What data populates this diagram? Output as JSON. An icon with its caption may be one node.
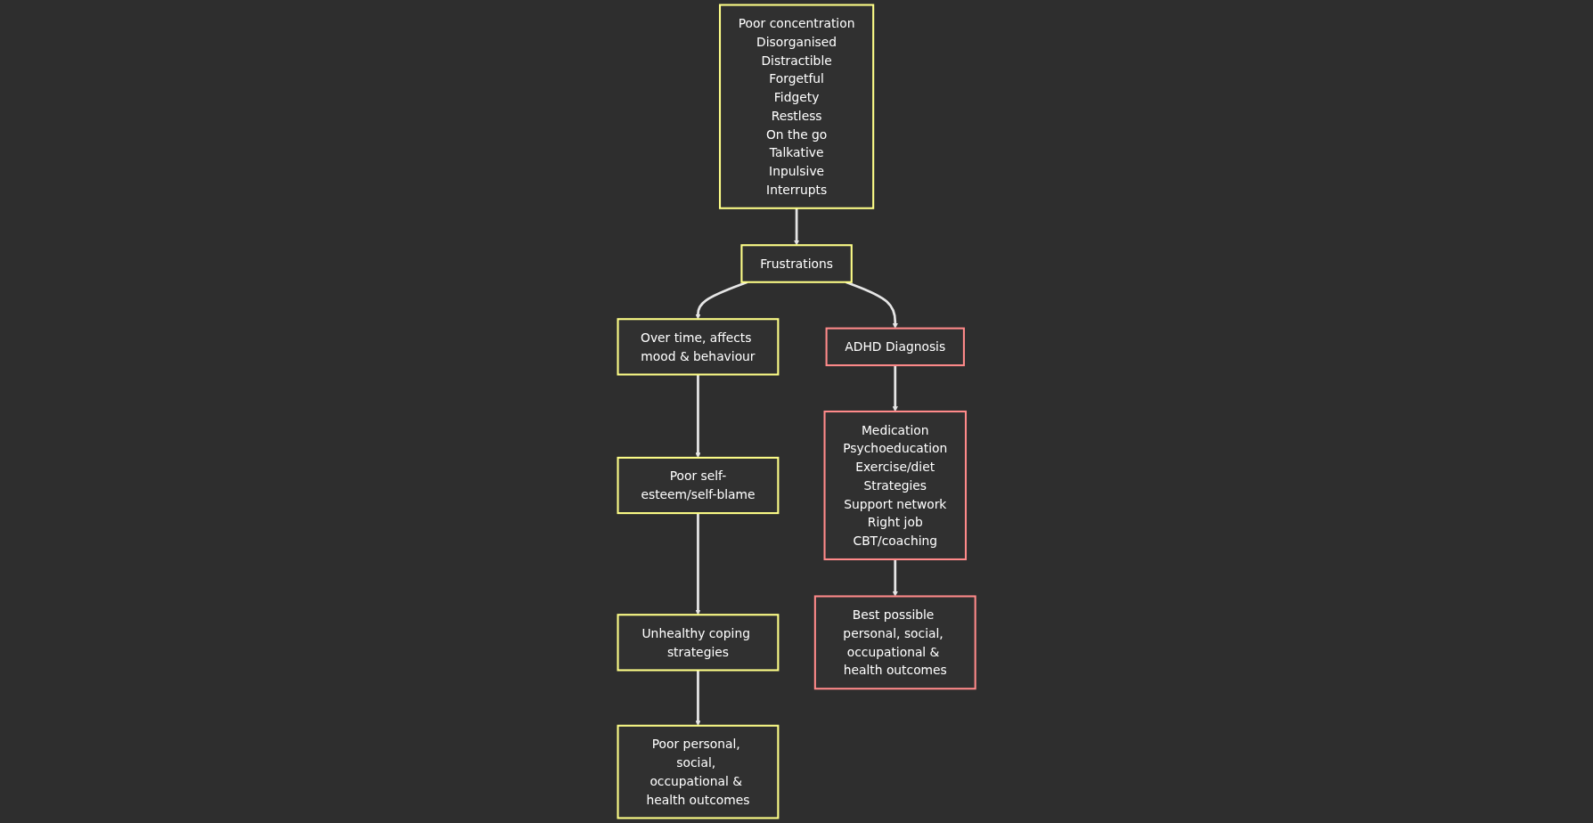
{
  "diagram": {
    "nodes": [
      {
        "text": [
          "Poor concentration",
          "Disorganised",
          "Distractible",
          "Forgetful",
          "Fidgety",
          "Restless",
          "On the go",
          "Talkative",
          "Inpulsive",
          "Interrupts"
        ]
      },
      {
        "text": [
          "Frustrations"
        ]
      },
      {
        "text": [
          "Over time, affects mood & behaviour"
        ]
      },
      {
        "text": [
          "ADHD Diagnosis"
        ]
      },
      {
        "text": [
          "Poor self-esteem/self-blame"
        ]
      },
      {
        "text": [
          "Unhealthy coping strategies"
        ]
      },
      {
        "text": [
          "Medication",
          "Psychoeducation",
          "Exercise/diet",
          "Strategies",
          "Support network",
          "Right job",
          "CBT/coaching"
        ]
      },
      {
        "text": [
          "Best possible personal, social, occupational & health outcomes"
        ]
      },
      {
        "text": [
          "Poor personal, social, occupational & health outcomes"
        ]
      }
    ],
    "edges": [
      {
        "from": 0,
        "to": 1,
        "arrow": "to"
      },
      {
        "from": 1,
        "to": 2,
        "arrow": "to"
      },
      {
        "from": 1,
        "to": 3,
        "arrow": "to"
      },
      {
        "from": 2,
        "to": 4,
        "arrow": "to"
      },
      {
        "from": 3,
        "to": 6,
        "arrow": "to"
      },
      {
        "from": 4,
        "to": 5,
        "arrow": "to"
      },
      {
        "from": 6,
        "to": 7,
        "arrow": "to"
      },
      {
        "from": 5,
        "to": 8,
        "arrow": "to"
      }
    ]
  }
}
